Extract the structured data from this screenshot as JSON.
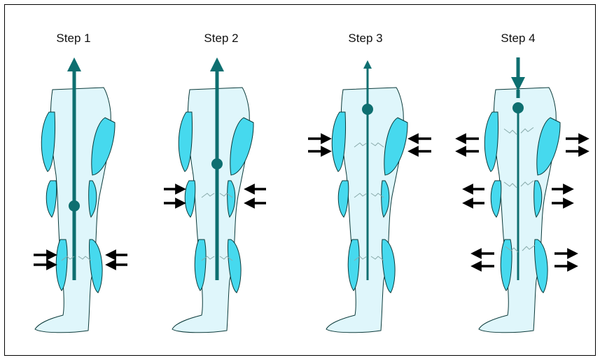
{
  "steps": [
    {
      "label": "Step 1"
    },
    {
      "label": "Step 2"
    },
    {
      "label": "Step 3"
    },
    {
      "label": "Step 4"
    }
  ],
  "colors": {
    "leg_fill": "#dff6fb",
    "cuff_fill": "#46d9ee",
    "flow_line": "#0e6f70",
    "arrow": "#000000",
    "outline": "#0b3a3a"
  }
}
